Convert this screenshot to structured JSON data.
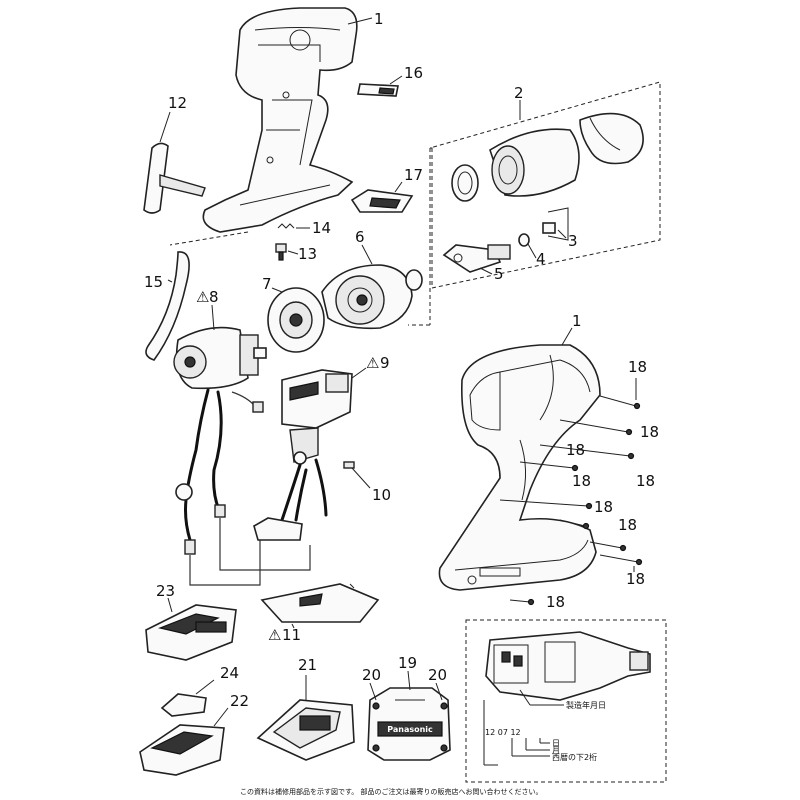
{
  "labels": {
    "p1_top": "1",
    "p1_bottom": "1",
    "p2": "2",
    "p3": "3",
    "p4": "4",
    "p5": "5",
    "p6": "6",
    "p7": "7",
    "p8": "8",
    "p9": "9",
    "p10": "10",
    "p11": "11",
    "p12": "12",
    "p13": "13",
    "p14": "14",
    "p15": "15",
    "p16": "16",
    "p17": "17",
    "p18": "18",
    "p19": "19",
    "p20": "20",
    "p21": "21",
    "p22": "22",
    "p23": "23",
    "p24": "24"
  },
  "warning_symbol": "⚠",
  "case_brand": "Panasonic",
  "inset": {
    "callout_label": "製造年月日",
    "code_digits": "12  07  12",
    "legend_day": "日",
    "legend_month": "月",
    "legend_year": "西暦の下2桁"
  },
  "footer_note": "この資料は補修用部品を示す図です。 部品のご注文は最寄りの販売店へお問い合わせください。"
}
